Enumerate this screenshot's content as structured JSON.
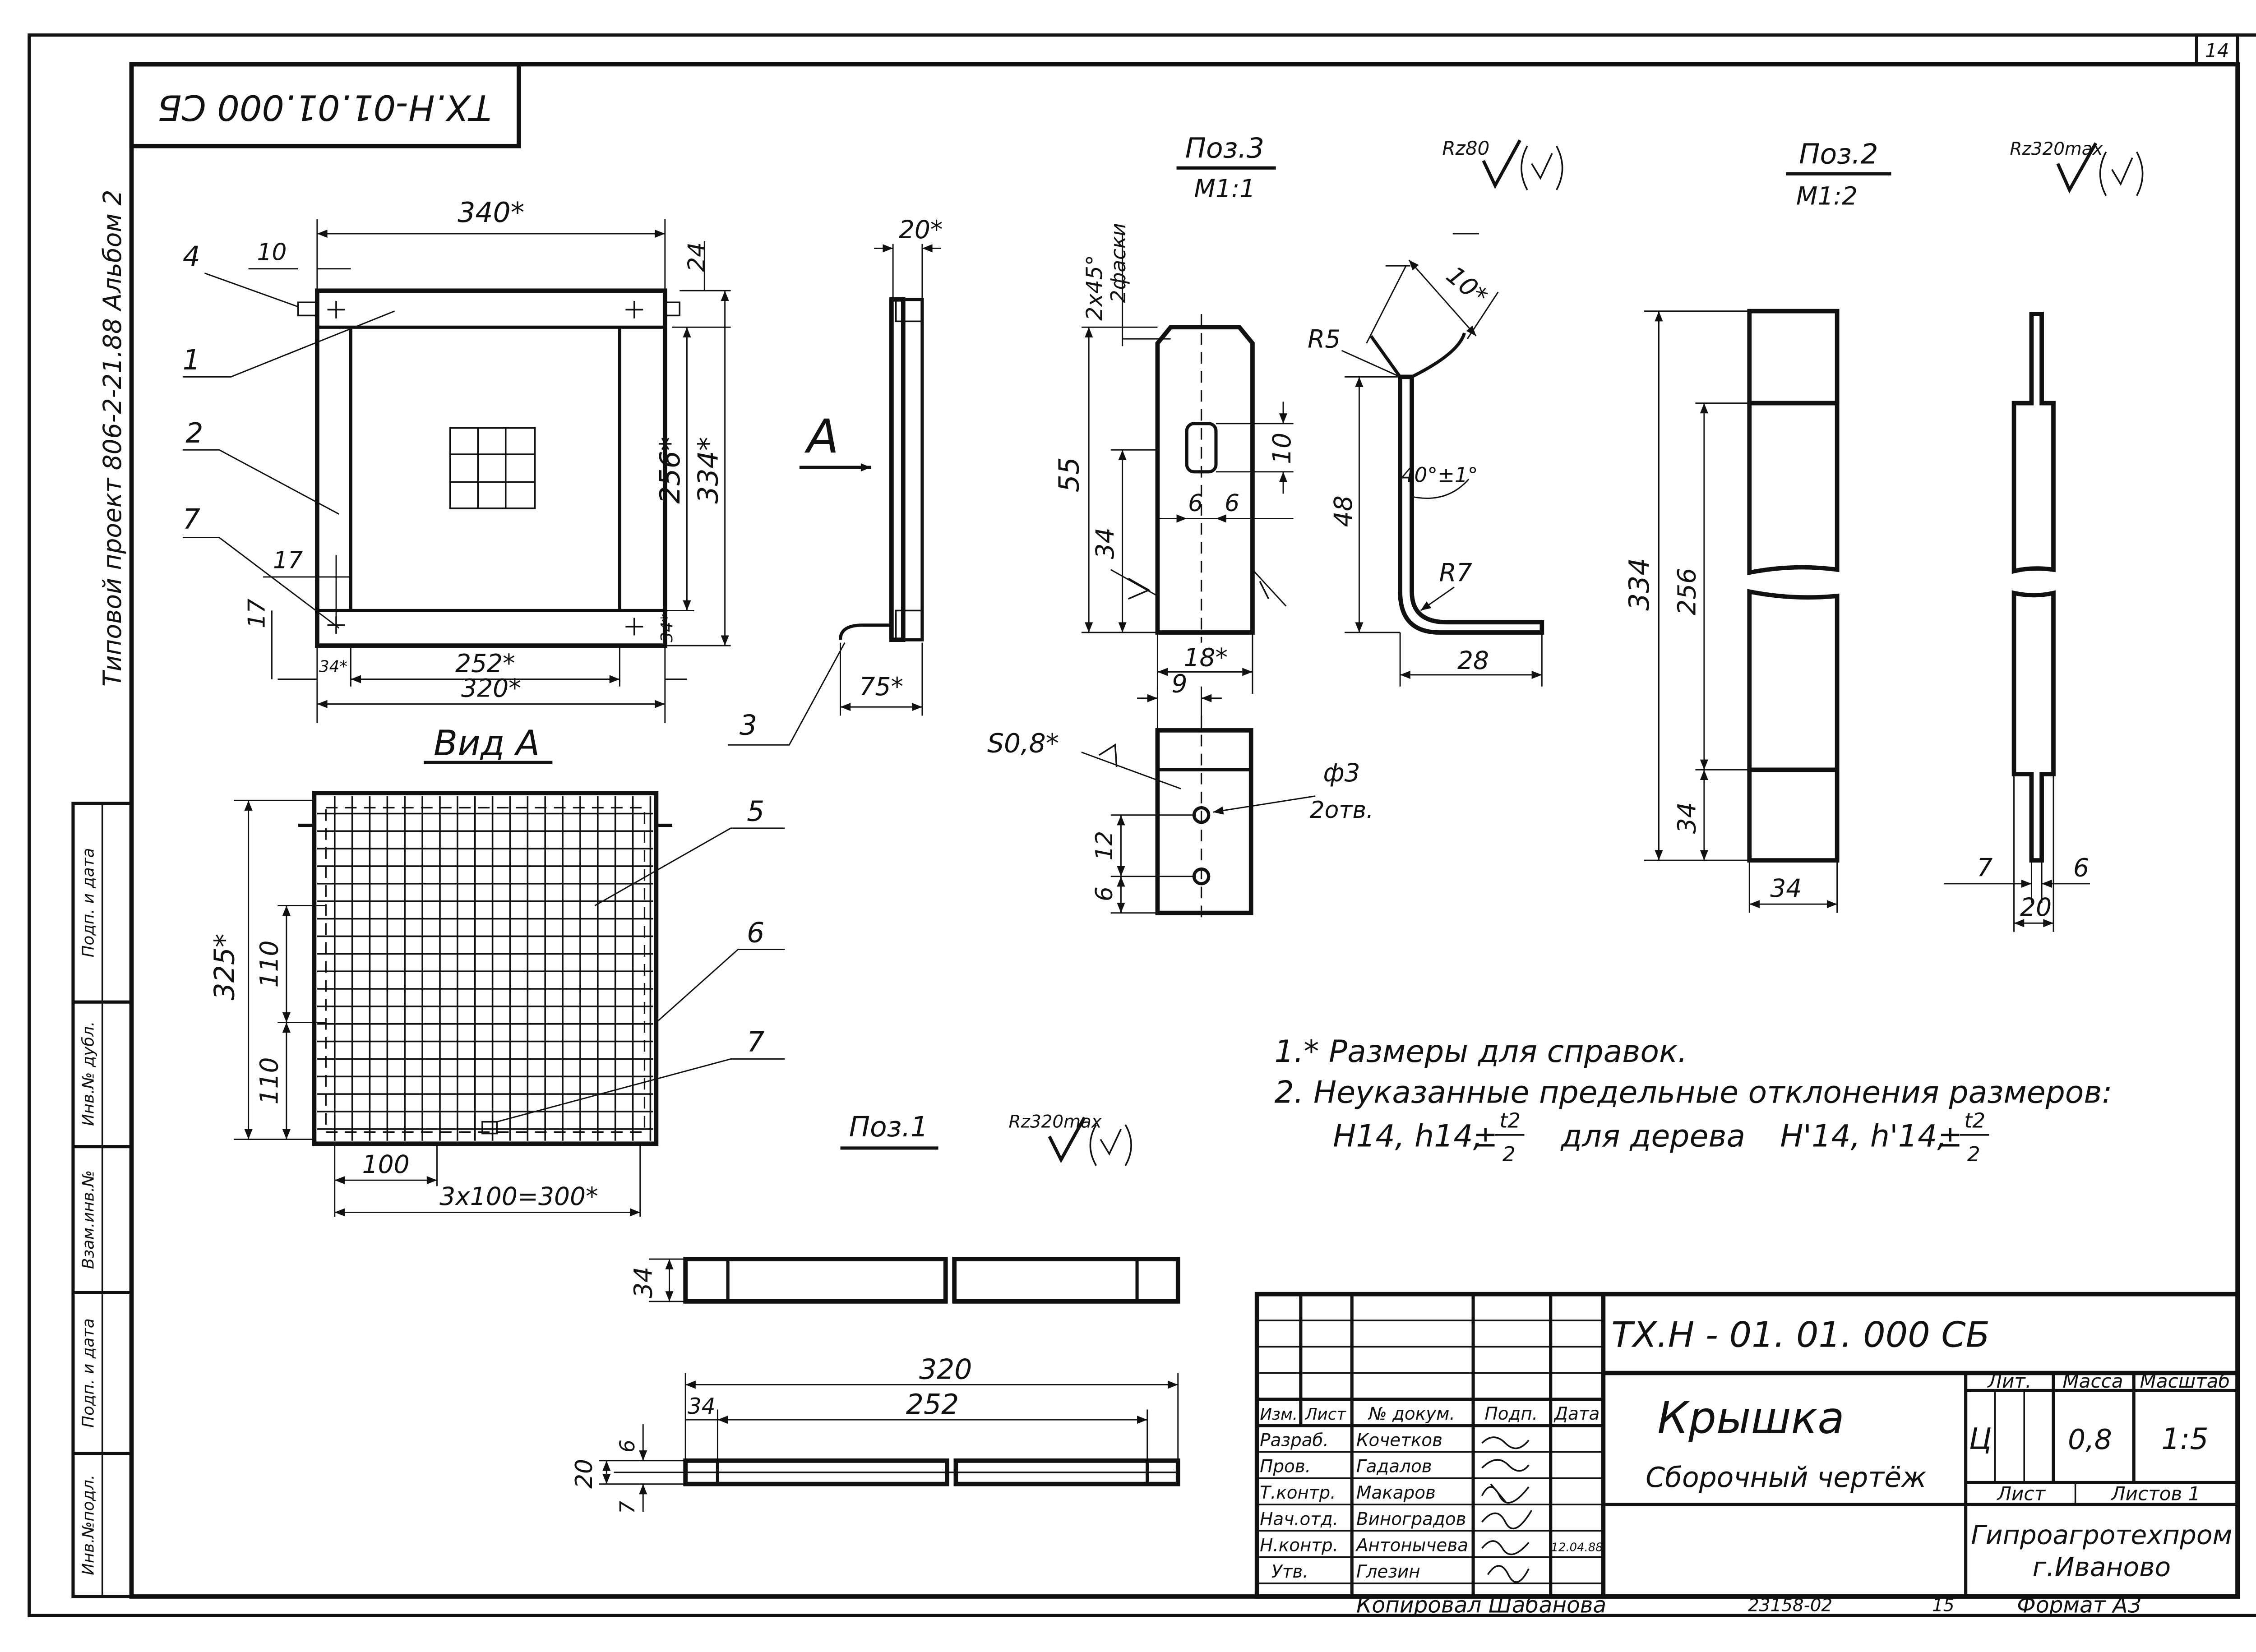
{
  "sheet_number": "14",
  "doc_code_rotated": "ТХ.Н-01.01.000 СБ",
  "album_caption": "Типовой проект 806-2-21.88 Альбом 2",
  "side_stamp": [
    "Инв.№подл.",
    "Подп. и дата",
    "Взам.инв.№",
    "Инв.№ дубл.",
    "Подп. и дата"
  ],
  "main_view": {
    "dims": {
      "w340": "340*",
      "d10": "10",
      "d24": "24",
      "d256": "256*",
      "d334": "334*",
      "d17a": "17",
      "d17b": "17",
      "d34a": "34*",
      "d34b": "34*",
      "d252": "252*",
      "d320": "320*"
    },
    "leaders": {
      "p1": "1",
      "p2": "2",
      "p4": "4",
      "p7": "7"
    }
  },
  "side_view": {
    "d20": "20*",
    "d75": "75*",
    "view_letter": "А",
    "leader_3": "3"
  },
  "view_a": {
    "title": "Вид А",
    "dims": {
      "d325": "325*",
      "d110a": "110",
      "d110b": "110",
      "d100": "100",
      "d3x100": "3x100=300*"
    },
    "leaders": {
      "p5": "5",
      "p6": "6",
      "p7": "7"
    }
  },
  "pos3": {
    "title": "Поз.3",
    "scale": "М1:1",
    "roughness": "Rz80",
    "chamfer": "2х45°",
    "chamfer_note": "2фаски",
    "dims": {
      "d55": "55",
      "d34": "34",
      "d10": "10",
      "d6a": "6",
      "d6b": "6",
      "d18": "18*",
      "d48": "48",
      "r5": "R5",
      "r7": "R7",
      "d10s": "10*",
      "angle": "40°±1°",
      "d28": "28",
      "d9": "9",
      "s08": "S0,8*",
      "hole": "ф3",
      "hole_note": "2отв.",
      "d12": "12",
      "d6c": "6"
    }
  },
  "pos2": {
    "title": "Поз.2",
    "scale": "М1:2",
    "roughness": "Rz320max",
    "dims": {
      "d334": "334",
      "d256": "256",
      "d34": "34",
      "d34w": "34",
      "d7": "7",
      "d6": "6",
      "d20": "20"
    }
  },
  "pos1": {
    "title": "Поз.1",
    "roughness": "Rz320max",
    "dims": {
      "d34": "34",
      "d320": "320",
      "d34b": "34",
      "d252": "252",
      "d20": "20",
      "d6": "6",
      "d7": "7"
    }
  },
  "notes": {
    "n1": "1.* Размеры для справок.",
    "n2": "2. Неуказанные предельные отклонения размеров:",
    "n3a": "Н14, h14,",
    "n3b": "для дерева",
    "n3c": "Н'14, h'14,",
    "pm": "±",
    "t2": "t2",
    "two": "2"
  },
  "title_block": {
    "code": "ТХ.Н - 01. 01. 000 СБ",
    "name": "Крышка",
    "subtitle": "Сборочный чертёж",
    "headers": [
      "Изм.",
      "Лист",
      "№ докум.",
      "Подп.",
      "Дата"
    ],
    "people": [
      {
        "role": "Разраб.",
        "name": "Кочетков"
      },
      {
        "role": "Пров.",
        "name": "Гадалов"
      },
      {
        "role": "Т.контр.",
        "name": "Макаров"
      },
      {
        "role": "Нач.отд.",
        "name": "Виноградов"
      },
      {
        "role": "Н.контр.",
        "name": "Антонычева"
      },
      {
        "role": "Утв.",
        "name": "Глезин"
      }
    ],
    "date_value": "12.04.88",
    "lit_label": "Лит.",
    "mass_label": "Масса",
    "scale_label": "Масштаб",
    "lit_value": "Ц",
    "mass_value": "0,8",
    "scale_value": "1:5",
    "sheet_label": "Лист",
    "sheets_label": "Листов 1",
    "org": "Гипроагротехпром",
    "city": "г.Иваново"
  },
  "footer": {
    "copied": "Копировал Шабанова",
    "number": "23158-02",
    "num2": "15",
    "format": "Формат А3"
  }
}
